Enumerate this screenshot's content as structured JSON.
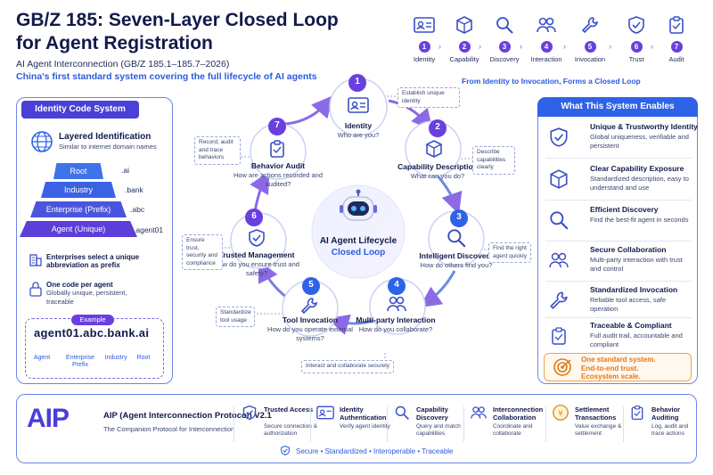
{
  "title_line1": "GB/Z 185: Seven-Layer Closed Loop",
  "title_line2": "for Agent Registration",
  "subtitle": "AI Agent Interconnection (GB/Z 185.1–185.7–2026)",
  "subtitle2": "China's first standard system covering the full lifecycle of AI agents",
  "top_flow": {
    "items": [
      {
        "num": "1",
        "label": "Identity",
        "icon": "id-card-icon"
      },
      {
        "num": "2",
        "label": "Capability",
        "icon": "cube-icon"
      },
      {
        "num": "3",
        "label": "Discovery",
        "icon": "search-icon"
      },
      {
        "num": "4",
        "label": "Interaction",
        "icon": "people-icon"
      },
      {
        "num": "5",
        "label": "Invocation",
        "icon": "wrench-icon"
      },
      {
        "num": "6",
        "label": "Trust",
        "icon": "shield-icon"
      },
      {
        "num": "7",
        "label": "Audit",
        "icon": "clipboard-icon"
      }
    ],
    "caption": "From Identity to Invocation, Forms a Closed Loop"
  },
  "left_panel": {
    "header": "Identity Code System",
    "layered_title": "Layered Identification",
    "layered_sub": "Similar to internet domain names",
    "pyramid": [
      {
        "label": "Root",
        "ext": ".ai"
      },
      {
        "label": "Industry",
        "ext": ".bank"
      },
      {
        "label": "Enterprise (Prefix)",
        "ext": ".abc"
      },
      {
        "label": "Agent (Unique)",
        "ext": ".agent01"
      }
    ],
    "note1_title": "Enterprises select a unique",
    "note1_sub": "abbreviation as prefix",
    "note2_title": "One code per agent",
    "note2_sub": "Globally unique, persistent, traceable",
    "example_tag": "Example",
    "example_text": "agent01.abc.bank.ai",
    "example_labels": [
      "Agent",
      "Enterprise Prefix",
      "Industry",
      "Root"
    ]
  },
  "center": {
    "title": "AI Agent Lifecycle",
    "subtitle": "Closed Loop",
    "nodes": [
      {
        "num": "1",
        "title": "Identity",
        "question": "Who are you?",
        "note": "Establish unique identity"
      },
      {
        "num": "2",
        "title": "Capability Description",
        "question": "What can you do?",
        "note": "Describe capabilities clearly"
      },
      {
        "num": "3",
        "title": "Intelligent Discovery",
        "question": "How do others find you?",
        "note": "Find the right agent quickly"
      },
      {
        "num": "4",
        "title": "Multi-party Interaction",
        "question": "How do you collaborate?",
        "note": "Interact and collaborate securely"
      },
      {
        "num": "5",
        "title": "Tool Invocation",
        "question": "How do you operate external systems?",
        "note": "Standardize tool usage"
      },
      {
        "num": "6",
        "title": "Trusted Management",
        "question": "How do you ensure trust and safety?",
        "note": "Ensure trust, security and compliance"
      },
      {
        "num": "7",
        "title": "Behavior Audit",
        "question": "How are actions recorded and audited?",
        "note": "Record, audit and trace behaviors"
      }
    ]
  },
  "right_panel": {
    "header": "What This System Enables",
    "rows": [
      {
        "title": "Unique & Trustworthy Identity",
        "sub": "Global uniqueness, verifiable and persistent",
        "icon": "shield-check-icon"
      },
      {
        "title": "Clear Capability Exposure",
        "sub": "Standardized description, easy to understand and use",
        "icon": "cube-icon"
      },
      {
        "title": "Efficient Discovery",
        "sub": "Find the best-fit agent in seconds",
        "icon": "search-icon"
      },
      {
        "title": "Secure Collaboration",
        "sub": "Multi-party interaction with trust and control",
        "icon": "people-icon"
      },
      {
        "title": "Standardized Invocation",
        "sub": "Reliable tool access, safe operation",
        "icon": "wrench-icon"
      },
      {
        "title": "Traceable & Compliant",
        "sub": "Full audit trail, accountable and compliant",
        "icon": "clipboard-check-icon"
      }
    ],
    "orange_line1": "One standard system.",
    "orange_line2": "End-to-end trust.",
    "orange_line3": "Ecosystem scale."
  },
  "bottom": {
    "logo": "AIP",
    "title": "AIP (Agent Interconnection Protocol) V2.1",
    "sub": "The Companion Protocol for Interconnection",
    "items": [
      {
        "title": "Trusted Access",
        "sub": "Secure connection & authorization",
        "icon": "shield-icon"
      },
      {
        "title": "Identity Authentication",
        "sub": "Verify agent identity",
        "icon": "id-card-icon"
      },
      {
        "title": "Capability Discovery",
        "sub": "Query and match capabilities",
        "icon": "search-icon"
      },
      {
        "title": "Interconnection Collaboration",
        "sub": "Coordinate and collaborate",
        "icon": "people-icon"
      },
      {
        "title": "Settlement Transactions",
        "sub": "Value exchange & settlement",
        "icon": "coin-icon"
      },
      {
        "title": "Behavior Auditing",
        "sub": "Log, audit and trace actions",
        "icon": "clipboard-icon"
      }
    ],
    "footer": "Secure  •  Standardized  •  Interoperable  •  Traceable"
  },
  "colors": {
    "purple": "#6a3fe0",
    "blue": "#2e62e8",
    "orange": "#e07a1a",
    "navy": "#111a4a"
  }
}
